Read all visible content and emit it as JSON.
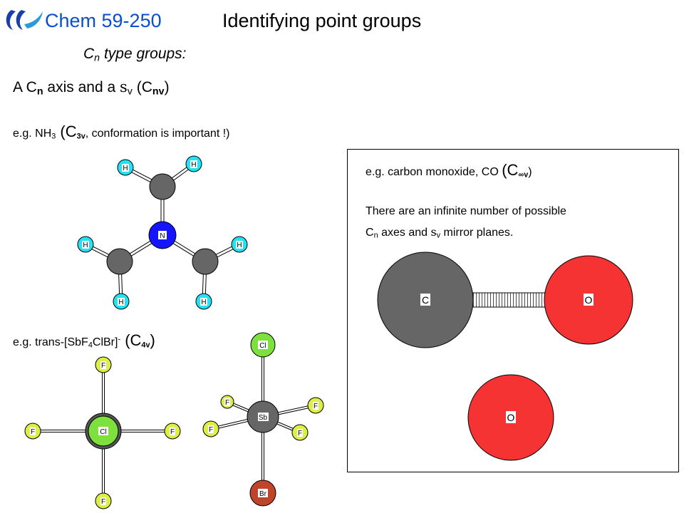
{
  "header": {
    "course": "Chem 59-250",
    "title": "Identifying point groups",
    "subtitle_c": "C",
    "subtitle_n": "n",
    "subtitle_rest": " type groups:"
  },
  "axis_line": {
    "a": "A C",
    "n": "n",
    "mid": " axis and a ",
    "sigma": "s",
    "v": "v",
    "open": " (C",
    "nv": "nv",
    "close": ")"
  },
  "nh3_line": {
    "prefix": "e.g. NH",
    "three": "3",
    "open": " (C",
    "sub": "3v",
    "rest": ", conformation is important !)"
  },
  "sb_line": {
    "prefix": "e.g. trans-[SbF",
    "four": "4",
    "mid": "ClBr]",
    "charge": "-",
    "open": " (C",
    "sub": "4v",
    "close": ")"
  },
  "co_box": {
    "line_prefix": "e.g. carbon monoxide, CO ",
    "open": "(C",
    "inf": "∞",
    "v": "v",
    "close": ")",
    "note1": "There are an infinite number of possible",
    "note2_c": "C",
    "note2_n": "n",
    "note2_mid": " axes and ",
    "note2_sigma": "s",
    "note2_v": "v",
    "note2_end": " mirror planes."
  },
  "atoms": {
    "H": "H",
    "N": "N",
    "C": "C",
    "O": "O",
    "F": "F",
    "Cl": "Cl",
    "Sb": "Sb",
    "Br": "Br"
  },
  "colors": {
    "title_blue": "#0a4fd0",
    "hydrogen": "#22e3f5",
    "nitrogen": "#1414ff",
    "grey_atom": "#666666",
    "oxygen": "#f53333",
    "fluorine": "#ddee44",
    "chlorine": "#7ee03c",
    "bromine": "#c0442a"
  }
}
